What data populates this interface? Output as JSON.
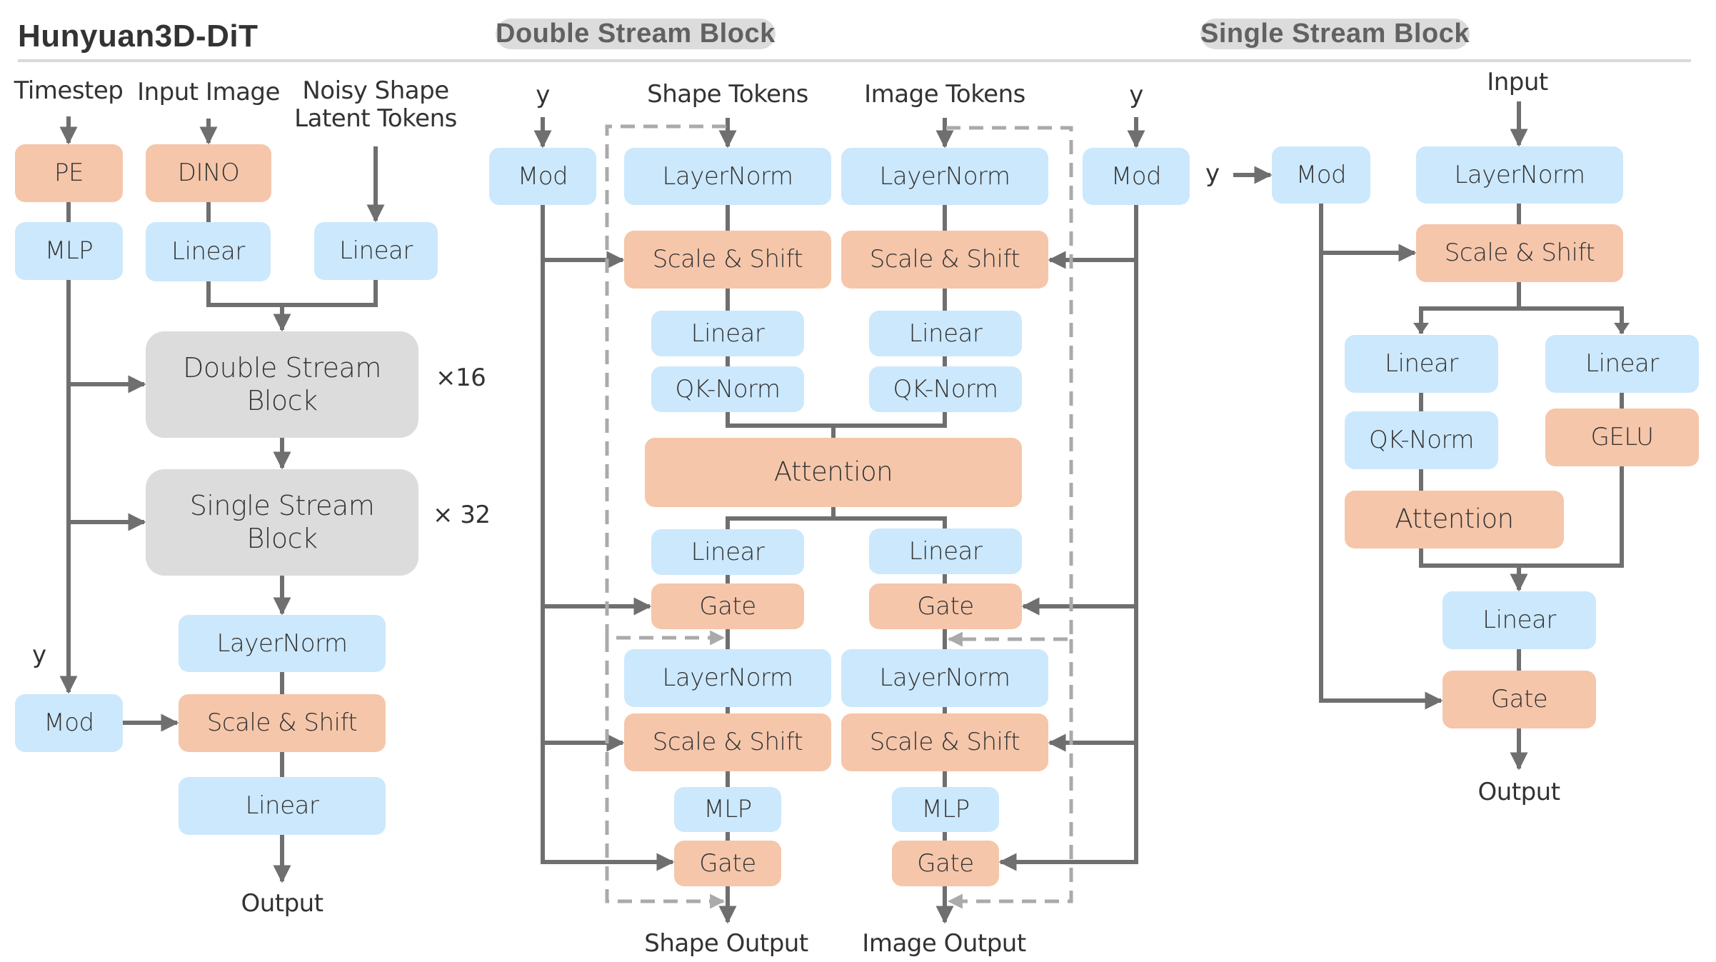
{
  "titles": {
    "main": "Hunyuan3D-DiT",
    "double": "Double Stream Block",
    "single": "Single Stream Block"
  },
  "colors": {
    "linear_block": "#cce8fc",
    "op_block": "#f5c6aa",
    "stack_block": "#dcdcdc",
    "wire": "#6f6f6f",
    "skip_dashed": "#aaaaaa"
  },
  "overview": {
    "inputs": {
      "timestep": "Timestep",
      "input_image": "Input Image",
      "noisy_latent": "Noisy Shape\nLatent Tokens"
    },
    "pe": "PE",
    "dino": "DINO",
    "mlp": "MLP",
    "linear_image": "Linear",
    "linear_latent": "Linear",
    "double_block": "Double Stream\nBlock",
    "double_repeat": "×16",
    "single_block": "Single Stream\nBlock",
    "single_repeat": "× 32",
    "layernorm": "LayerNorm",
    "y_label": "y",
    "mod": "Mod",
    "scale_shift": "Scale & Shift",
    "linear_out": "Linear",
    "output": "Output"
  },
  "double_stream": {
    "y_left": "y",
    "y_right": "y",
    "shape_tokens": "Shape Tokens",
    "image_tokens": "Image Tokens",
    "mod_left": "Mod",
    "mod_right": "Mod",
    "shape": {
      "layernorm1": "LayerNorm",
      "scale_shift1": "Scale & Shift",
      "linear1": "Linear",
      "qk_norm": "QK-Norm",
      "linear2": "Linear",
      "gate1": "Gate",
      "layernorm2": "LayerNorm",
      "scale_shift2": "Scale & Shift",
      "mlp": "MLP",
      "gate2": "Gate",
      "output": "Shape Output"
    },
    "image": {
      "layernorm1": "LayerNorm",
      "scale_shift1": "Scale & Shift",
      "linear1": "Linear",
      "qk_norm": "QK-Norm",
      "linear2": "Linear",
      "gate1": "Gate",
      "layernorm2": "LayerNorm",
      "scale_shift2": "Scale & Shift",
      "mlp": "MLP",
      "gate2": "Gate",
      "output": "Image Output"
    },
    "attention": "Attention"
  },
  "single_stream": {
    "input": "Input",
    "y_label": "y",
    "mod": "Mod",
    "layernorm": "LayerNorm",
    "scale_shift": "Scale & Shift",
    "linear_attn": "Linear",
    "qk_norm": "QK-Norm",
    "attention": "Attention",
    "linear_mlp": "Linear",
    "gelu": "GELU",
    "linear_out": "Linear",
    "gate": "Gate",
    "output": "Output"
  }
}
